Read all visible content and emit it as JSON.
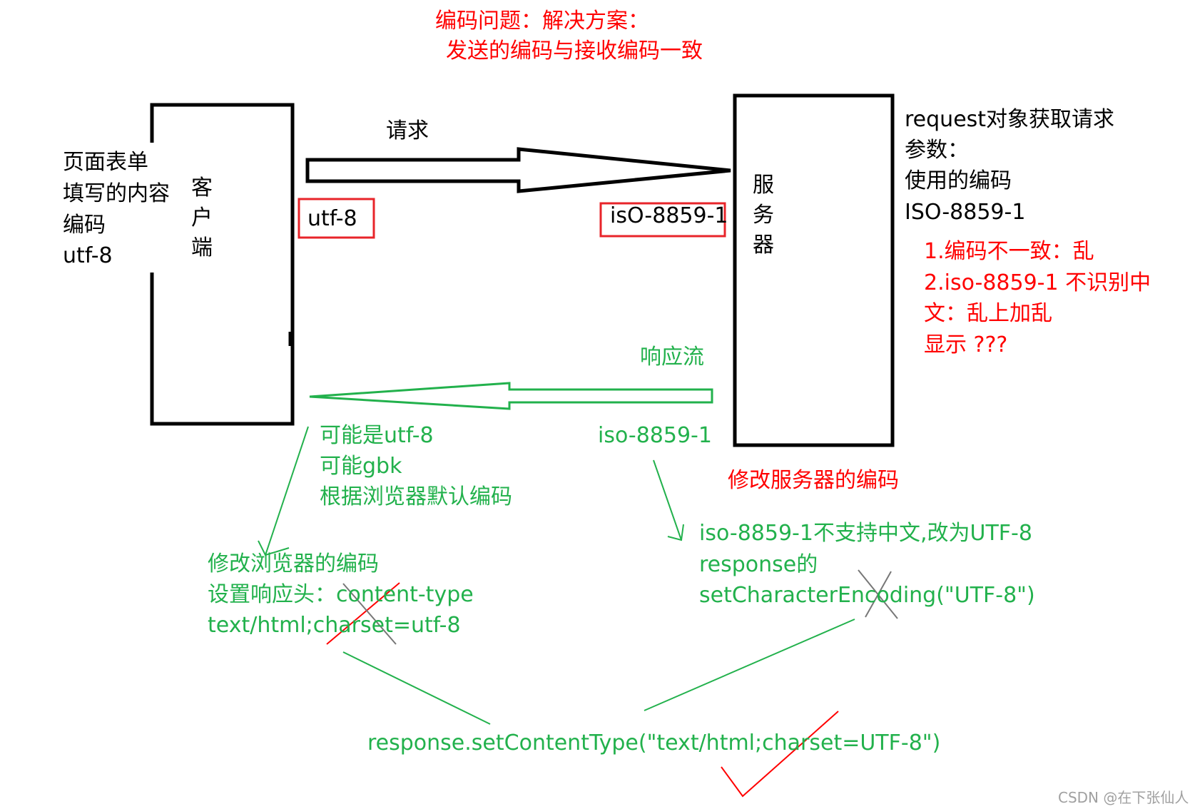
{
  "title": {
    "line1": "编码问题：解决方案：",
    "line2": "发送的编码与接收编码一致"
  },
  "client": {
    "form_lines": [
      "页面表单",
      "填写的内容",
      "编码",
      "utf-8"
    ],
    "box_chars": [
      "客",
      "户",
      "端"
    ],
    "encoding_tag": "utf-8"
  },
  "request": {
    "label": "请求",
    "server_encoding_tag": "isO-8859-1"
  },
  "server": {
    "box_chars": [
      "服",
      "务",
      "器"
    ],
    "notes": [
      "request对象获取请求",
      "参数：",
      "使用的编码",
      "ISO-8859-1"
    ],
    "problems": [
      "1.编码不一致：乱",
      "2.iso-8859-1 不识别中",
      "文：乱上加乱",
      "显示  ???"
    ]
  },
  "response": {
    "label": "响应流",
    "server_encoding": "iso-8859-1",
    "browser_lines": [
      "可能是utf-8",
      "可能gbk",
      "根据浏览器默认编码"
    ],
    "fix_server_title": "修改服务器的编码",
    "fix_server_lines": [
      "iso-8859-1不支持中文,改为UTF-8",
      "response的",
      "setCharacterEncoding(\"UTF-8\")"
    ],
    "fix_browser_lines": [
      "修改浏览器的编码",
      "设置响应头：content-type",
      "text/html;charset=utf-8"
    ],
    "final_call": "response.setContentType(\"text/html;charset=UTF-8\")"
  },
  "watermark": "CSDN @在下张仙人",
  "colors": {
    "black": "#000000",
    "red": "#ff0000",
    "green": "#22b14c",
    "grey": "#808080"
  }
}
